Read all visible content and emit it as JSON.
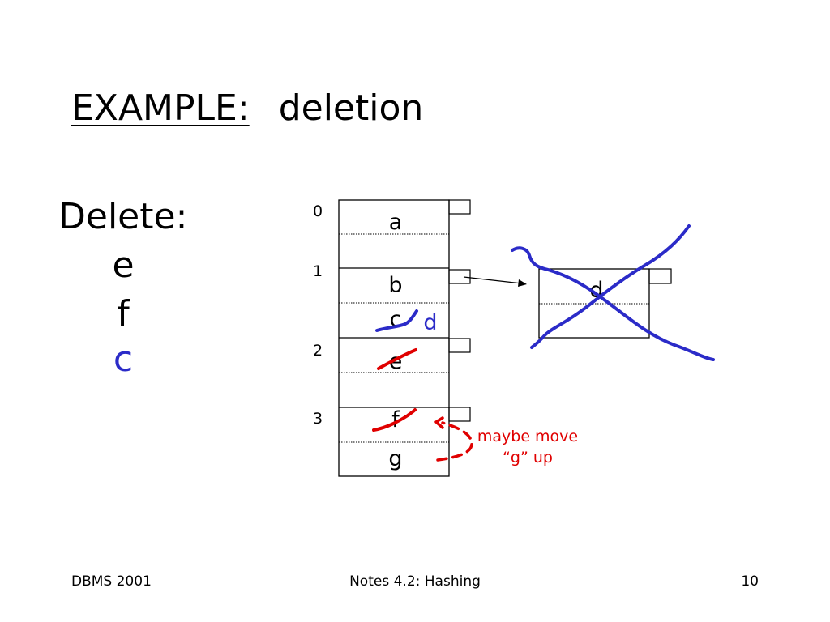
{
  "title": {
    "keyword": "EXAMPLE:",
    "text": "deletion"
  },
  "delete_list": {
    "label": "Delete:",
    "items": [
      {
        "text": "e",
        "color": "#000000"
      },
      {
        "text": "f",
        "color": "#000000"
      },
      {
        "text": "c",
        "color": "#2b2bc8"
      }
    ]
  },
  "buckets": {
    "numbers": [
      "0",
      "1",
      "2",
      "3"
    ],
    "slots": [
      "a",
      "",
      "b",
      "c",
      "e",
      "",
      "f",
      "g"
    ]
  },
  "overflow_block": {
    "slots": [
      "d",
      ""
    ]
  },
  "annotations": {
    "d_moved": "d",
    "note_line1": "maybe move",
    "note_line2": "“g” up",
    "blue": "#2b2bc8",
    "red": "#e00000"
  },
  "footer": {
    "left": "DBMS 2001",
    "center": "Notes 4.2: Hashing",
    "right": "10"
  }
}
